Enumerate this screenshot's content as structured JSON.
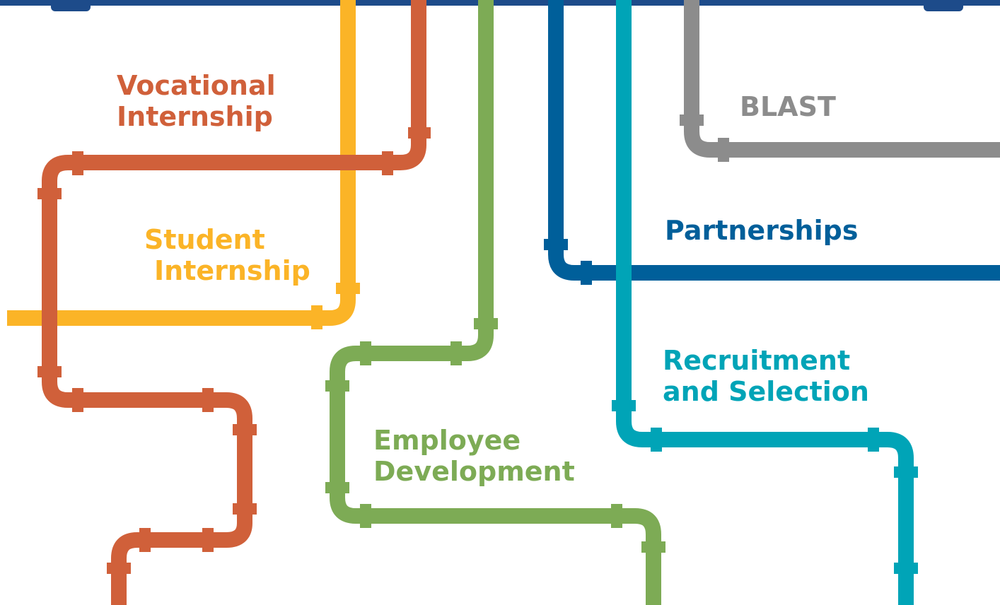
{
  "labels": {
    "vocational": [
      "Vocational",
      "Internship"
    ],
    "student": [
      "Student",
      "Internship"
    ],
    "employee": [
      "Employee",
      "Development"
    ],
    "blast": [
      "BLAST"
    ],
    "partnerships": [
      "Partnerships"
    ],
    "recruitment": [
      "Recruitment",
      "and Selection"
    ]
  },
  "colors": {
    "orange": "#d0603a",
    "yellow": "#fbb427",
    "green": "#7dab55",
    "darkblue": "#005f9a",
    "teal": "#00a4b7",
    "gray": "#8c8c8c",
    "header": "#1d4b8a"
  }
}
